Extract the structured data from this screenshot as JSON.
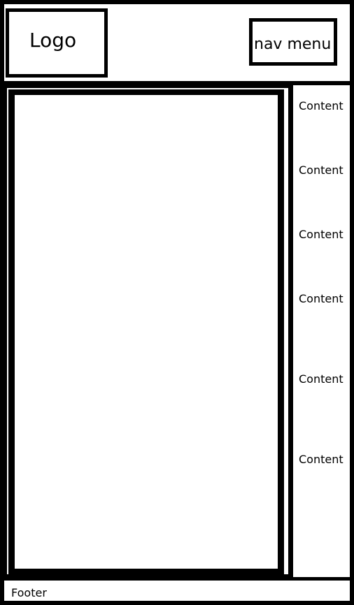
{
  "header": {
    "logo_label": "Logo",
    "nav_label": "nav menu"
  },
  "sidebar": {
    "items": [
      {
        "label": "Content"
      },
      {
        "label": "Content"
      },
      {
        "label": "Content"
      },
      {
        "label": "Content"
      },
      {
        "label": "Content"
      },
      {
        "label": "Content"
      }
    ]
  },
  "footer": {
    "label": "Footer"
  },
  "colors": {
    "stroke": "#000000",
    "background": "#ffffff"
  }
}
